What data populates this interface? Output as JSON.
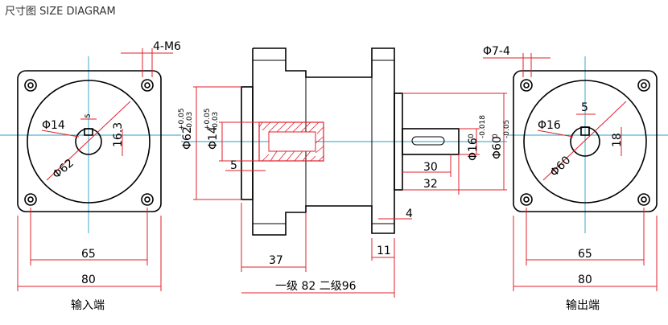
{
  "title": "尺寸图 SIZE DIAGRAM",
  "input_end": {
    "hole": "4-M6",
    "key": "5",
    "shaft_dia": "Φ14",
    "key_height": "16.3",
    "bolt_circle": "Φ62",
    "pitch": "65",
    "width": "80",
    "label": "输入端"
  },
  "side_view": {
    "pilot_dia": "Φ62",
    "pilot_tol_up": "+0.05",
    "pilot_tol_low": "-0.03",
    "bore_dia": "Φ14",
    "bore_tol_up": "+0.05",
    "bore_tol_low": "-0.03",
    "key_len": "5",
    "output_shaft": "Φ16",
    "output_shaft_tol_up": "0",
    "output_shaft_tol_low": "-0.018",
    "output_pilot": "Φ60",
    "output_pilot_tol_up": "0",
    "output_pilot_tol_low": "-0.05",
    "shaft_key_len": "30",
    "shaft_len": "32",
    "flange_gap": "4",
    "flange_thick": "11",
    "input_len": "37",
    "total_len": "一级 82  二级96"
  },
  "output_end": {
    "hole": "Φ7-4",
    "key": "5",
    "shaft_dia": "Φ16",
    "key_height": "18",
    "bolt_circle": "Φ60",
    "pitch": "65",
    "width": "80",
    "label": "输出端"
  }
}
